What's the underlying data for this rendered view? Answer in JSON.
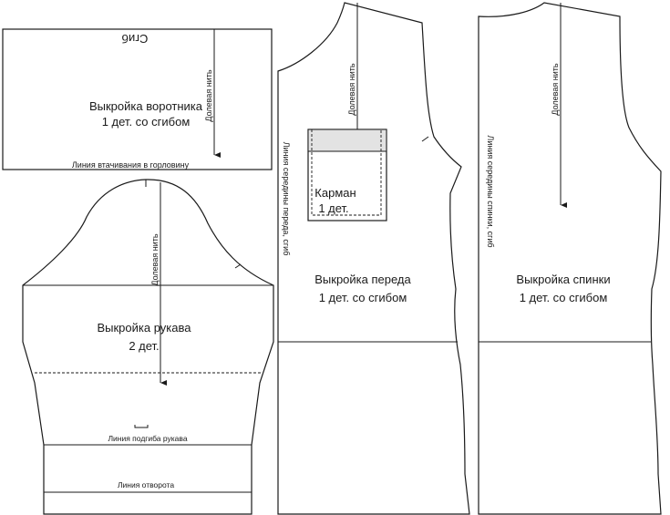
{
  "collar": {
    "fold_label": "Сгиб",
    "title_line1": "Выкройка воротника",
    "title_line2": "1 дет. со сгибом",
    "seam_label": "Линия втачивания в горловину",
    "grain_label": "Долевая нить"
  },
  "sleeve": {
    "title_line1": "Выкройка рукава",
    "title_line2": "2 дет.",
    "grain_label": "Долевая нить",
    "hem_label": "Линия подгиба рукава",
    "cuff_label": "Линия отворота"
  },
  "front": {
    "title_line1": "Выкройка переда",
    "title_line2": "1 дет. со сгибом",
    "center_label": "Линия середины переда, сгиб",
    "grain_label": "Долевая нить",
    "pocket_line1": "Карман",
    "pocket_line2": "1 дет."
  },
  "back": {
    "title_line1": "Выкройка спинки",
    "title_line2": "1 дет. со сгибом",
    "center_label": "Линия середины спинки, сгиб",
    "grain_label": "Долевая нить"
  },
  "colors": {
    "stroke": "#1a1a1a",
    "pocket_fill": "#e3e3e3"
  }
}
